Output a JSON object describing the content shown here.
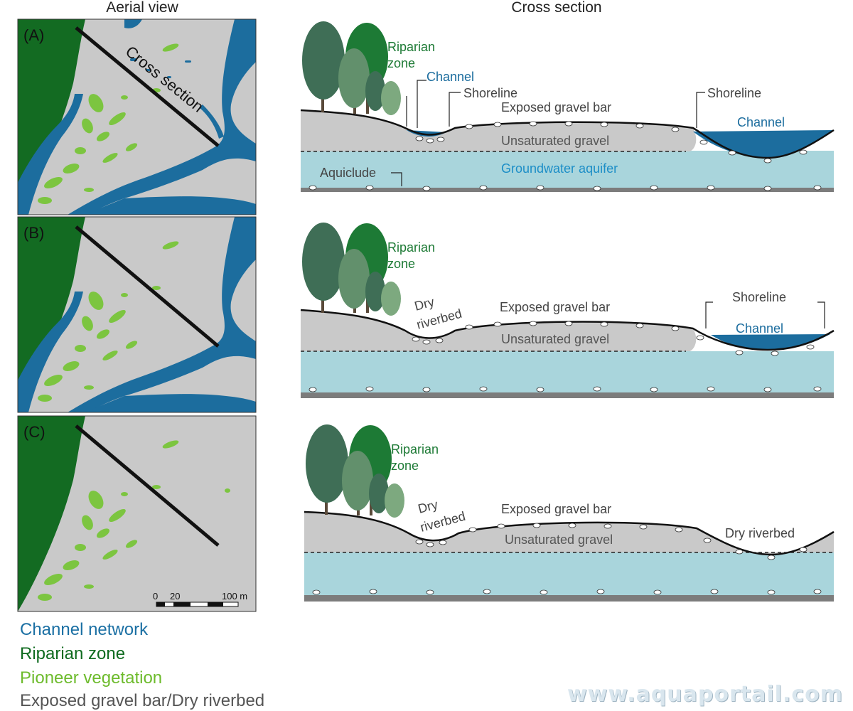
{
  "headers": {
    "aerial": "Aerial view",
    "cross": "Cross section"
  },
  "panels": [
    {
      "id": "(A)",
      "cross_label": "Cross section"
    },
    {
      "id": "(B)"
    },
    {
      "id": "(C)"
    }
  ],
  "scale_bar": {
    "tick0": "0",
    "tick1": "20",
    "tick2": "100 m"
  },
  "section_labels": {
    "a": {
      "riparian_1": "Riparian",
      "riparian_2": "zone",
      "channel_left": "Channel",
      "shoreline_left": "Shoreline",
      "gravel_bar": "Exposed gravel bar",
      "shoreline_right": "Shoreline",
      "channel_right": "Channel",
      "unsaturated": "Unsaturated gravel",
      "aquiclude": "Aquiclude",
      "aquifer": "Groundwater aquifer"
    },
    "b": {
      "riparian_1": "Riparian",
      "riparian_2": "zone",
      "dry_1": "Dry",
      "dry_2": "riverbed",
      "gravel_bar": "Exposed gravel bar",
      "shoreline": "Shoreline",
      "channel": "Channel",
      "unsaturated": "Unsaturated gravel"
    },
    "c": {
      "riparian_1": "Riparian",
      "riparian_2": "zone",
      "dry_1": "Dry",
      "dry_2": "riverbed",
      "gravel_bar": "Exposed gravel bar",
      "dry_right": "Dry riverbed",
      "unsaturated": "Unsaturated gravel"
    }
  },
  "legend": [
    {
      "label": "Channel network",
      "color": "#1a6fa3"
    },
    {
      "label": "Riparian zone",
      "color": "#0f6b1f"
    },
    {
      "label": "Pioneer vegetation",
      "color": "#6dbb2c"
    },
    {
      "label": "Exposed gravel bar/Dry riverbed",
      "color": "#555555"
    }
  ],
  "watermark": "www.aquaportail.com",
  "colors": {
    "water": "#1c6d9e",
    "riparian": "#136b22",
    "pioneer": "#7cc540",
    "gravel": "#c9c9c9",
    "aquifer": "#a9d5dc",
    "bedrock": "#7c7c7c",
    "tree_dark": "#3f6e56",
    "tree_mid": "#62906c",
    "tree_light": "#7da97f",
    "tree_bright": "#1d7a35"
  }
}
